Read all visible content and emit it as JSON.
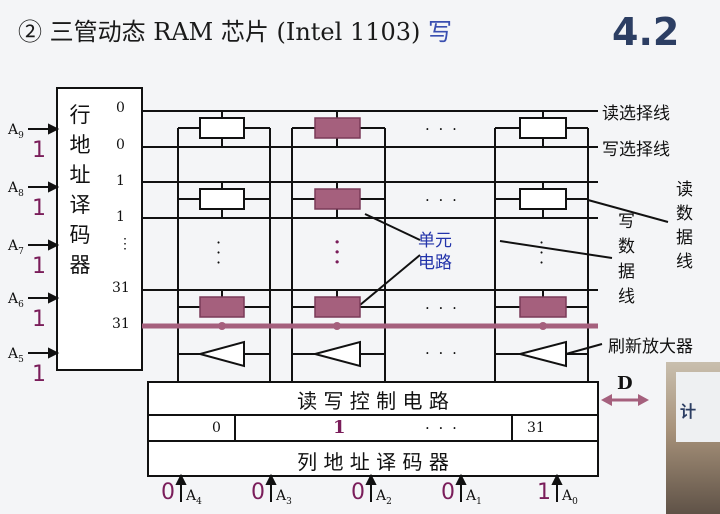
{
  "title": {
    "prefix": "② 三管动态 RAM 芯片 (Intel 1103) ",
    "accent": "写"
  },
  "section_number": "4.2",
  "row_decoder": {
    "label": "行地址译码器"
  },
  "row_outputs": [
    "0",
    "0",
    "1",
    "1",
    "⋮",
    "31",
    "31"
  ],
  "address_inputs_left": [
    {
      "name": "A",
      "sub": "9",
      "bit": "1"
    },
    {
      "name": "A",
      "sub": "8",
      "bit": "1"
    },
    {
      "name": "A",
      "sub": "7",
      "bit": "1"
    },
    {
      "name": "A",
      "sub": "6",
      "bit": "1"
    },
    {
      "name": "A",
      "sub": "5",
      "bit": "1"
    }
  ],
  "address_inputs_bottom": [
    {
      "bit": "0",
      "name": "A",
      "sub": "4"
    },
    {
      "bit": "0",
      "name": "A",
      "sub": "3"
    },
    {
      "bit": "0",
      "name": "A",
      "sub": "2"
    },
    {
      "bit": "0",
      "name": "A",
      "sub": "1"
    },
    {
      "bit": "1",
      "name": "A",
      "sub": "0"
    }
  ],
  "labels": {
    "read_select": "读选择线",
    "write_select": "写选择线",
    "read_data": "读数据线",
    "write_data": "写数据线",
    "cell": "单元电路",
    "refresh_amp": "刷新放大器",
    "data_io": "D",
    "ellipsis": "· · ·"
  },
  "rw_control": {
    "label": "读 写 控 制 电 路"
  },
  "column_outputs": [
    "0",
    "1",
    "· · ·",
    "31"
  ],
  "column_decoder": {
    "label": "列 地 址 译 码 器"
  },
  "webcam": {
    "text": "计"
  },
  "colors": {
    "highlight": "#a5607d",
    "selected_bit": "#7a1d5a",
    "accent_text": "#2233aa"
  }
}
